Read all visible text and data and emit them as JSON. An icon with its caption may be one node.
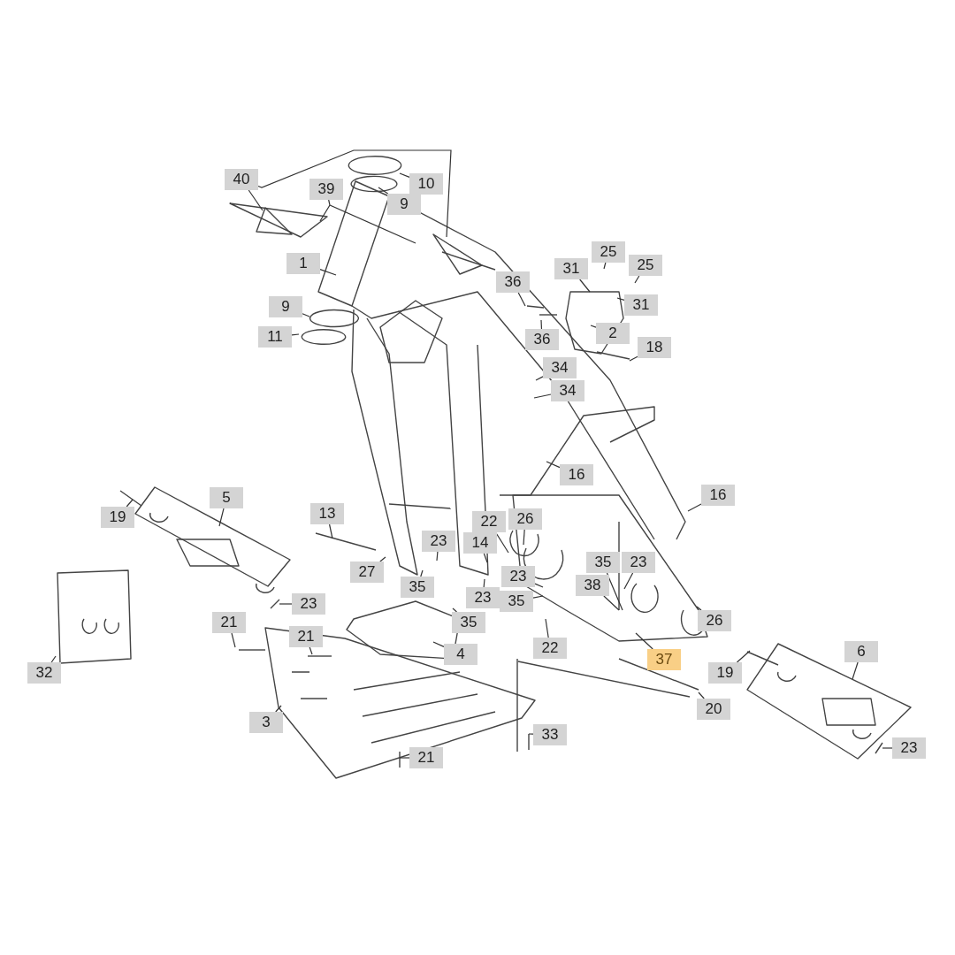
{
  "diagram": {
    "nodes": [
      {
        "text": [
          "40"
        ]
      },
      {
        "text": [
          "10"
        ]
      },
      {
        "text": [
          "39"
        ]
      },
      {
        "text": [
          "9"
        ]
      },
      {
        "text": [
          "25"
        ]
      },
      {
        "text": [
          "1"
        ]
      },
      {
        "text": [
          "25"
        ]
      },
      {
        "text": [
          "31"
        ]
      },
      {
        "text": [
          "36"
        ]
      },
      {
        "text": [
          "31"
        ]
      },
      {
        "text": [
          "9"
        ]
      },
      {
        "text": [
          "2"
        ]
      },
      {
        "text": [
          "11"
        ]
      },
      {
        "text": [
          "36"
        ]
      },
      {
        "text": [
          "18"
        ]
      },
      {
        "text": [
          "34"
        ]
      },
      {
        "text": [
          "34"
        ]
      },
      {
        "text": [
          "16"
        ]
      },
      {
        "text": [
          "16"
        ]
      },
      {
        "text": [
          "5"
        ]
      },
      {
        "text": [
          "13"
        ]
      },
      {
        "text": [
          "19"
        ]
      },
      {
        "text": [
          "26"
        ]
      },
      {
        "text": [
          "22"
        ]
      },
      {
        "text": [
          "23"
        ]
      },
      {
        "text": [
          "14"
        ]
      },
      {
        "text": [
          "35"
        ]
      },
      {
        "text": [
          "23"
        ]
      },
      {
        "text": [
          "27"
        ]
      },
      {
        "text": [
          "23"
        ]
      },
      {
        "text": [
          "38"
        ]
      },
      {
        "text": [
          "35"
        ]
      },
      {
        "text": [
          "23"
        ]
      },
      {
        "text": [
          "35"
        ]
      },
      {
        "text": [
          "23"
        ]
      },
      {
        "text": [
          "35"
        ]
      },
      {
        "text": [
          "26"
        ]
      },
      {
        "text": [
          "21"
        ]
      },
      {
        "text": [
          "21"
        ]
      },
      {
        "text": [
          "22"
        ]
      },
      {
        "text": [
          "6"
        ]
      },
      {
        "text": [
          "4"
        ]
      },
      {
        "text": [
          "37"
        ]
      },
      {
        "text": [
          "19"
        ]
      },
      {
        "text": [
          "32"
        ]
      },
      {
        "text": [
          "20"
        ]
      },
      {
        "text": [
          "3"
        ]
      },
      {
        "text": [
          "33"
        ]
      },
      {
        "text": [
          "23"
        ]
      },
      {
        "text": [
          "21"
        ]
      }
    ],
    "edges": [
      {
        "from": 0,
        "to": null,
        "arrow": "none"
      },
      {
        "from": 1,
        "to": null,
        "arrow": "none"
      },
      {
        "from": 2,
        "to": null,
        "arrow": "none"
      },
      {
        "from": 3,
        "to": null,
        "arrow": "none"
      },
      {
        "from": 4,
        "to": null,
        "arrow": "none"
      },
      {
        "from": 5,
        "to": null,
        "arrow": "none"
      },
      {
        "from": 6,
        "to": null,
        "arrow": "none"
      },
      {
        "from": 7,
        "to": null,
        "arrow": "none"
      },
      {
        "from": 8,
        "to": null,
        "arrow": "none"
      },
      {
        "from": 9,
        "to": null,
        "arrow": "none"
      },
      {
        "from": 10,
        "to": null,
        "arrow": "none"
      },
      {
        "from": 11,
        "to": null,
        "arrow": "none"
      },
      {
        "from": 12,
        "to": null,
        "arrow": "none"
      },
      {
        "from": 13,
        "to": null,
        "arrow": "none"
      },
      {
        "from": 14,
        "to": null,
        "arrow": "none"
      },
      {
        "from": 15,
        "to": null,
        "arrow": "none"
      },
      {
        "from": 16,
        "to": null,
        "arrow": "none"
      },
      {
        "from": 17,
        "to": null,
        "arrow": "none"
      },
      {
        "from": 18,
        "to": null,
        "arrow": "none"
      },
      {
        "from": 19,
        "to": null,
        "arrow": "none"
      },
      {
        "from": 20,
        "to": null,
        "arrow": "none"
      },
      {
        "from": 21,
        "to": null,
        "arrow": "none"
      },
      {
        "from": 22,
        "to": null,
        "arrow": "none"
      },
      {
        "from": 23,
        "to": null,
        "arrow": "none"
      },
      {
        "from": 24,
        "to": null,
        "arrow": "none"
      },
      {
        "from": 25,
        "to": null,
        "arrow": "none"
      },
      {
        "from": 26,
        "to": null,
        "arrow": "none"
      },
      {
        "from": 27,
        "to": null,
        "arrow": "none"
      },
      {
        "from": 28,
        "to": null,
        "arrow": "none"
      },
      {
        "from": 29,
        "to": null,
        "arrow": "none"
      },
      {
        "from": 30,
        "to": null,
        "arrow": "none"
      },
      {
        "from": 31,
        "to": null,
        "arrow": "none"
      },
      {
        "from": 32,
        "to": null,
        "arrow": "none"
      },
      {
        "from": 33,
        "to": null,
        "arrow": "none"
      },
      {
        "from": 34,
        "to": null,
        "arrow": "none"
      },
      {
        "from": 35,
        "to": null,
        "arrow": "none"
      },
      {
        "from": 36,
        "to": null,
        "arrow": "none"
      },
      {
        "from": 37,
        "to": null,
        "arrow": "none"
      },
      {
        "from": 38,
        "to": null,
        "arrow": "none"
      },
      {
        "from": 39,
        "to": null,
        "arrow": "none"
      },
      {
        "from": 40,
        "to": null,
        "arrow": "none"
      },
      {
        "from": 41,
        "to": null,
        "arrow": "none"
      },
      {
        "from": 42,
        "to": null,
        "arrow": "none"
      },
      {
        "from": 43,
        "to": null,
        "arrow": "none"
      },
      {
        "from": 44,
        "to": null,
        "arrow": "none"
      },
      {
        "from": 45,
        "to": null,
        "arrow": "none"
      },
      {
        "from": 46,
        "to": null,
        "arrow": "none"
      },
      {
        "from": 47,
        "to": null,
        "arrow": "none"
      },
      {
        "from": 48,
        "to": null,
        "arrow": "none"
      },
      {
        "from": 49,
        "to": null,
        "arrow": "none"
      },
      {
        "from": 0,
        "to": null,
        "arrow": "none"
      }
    ]
  }
}
